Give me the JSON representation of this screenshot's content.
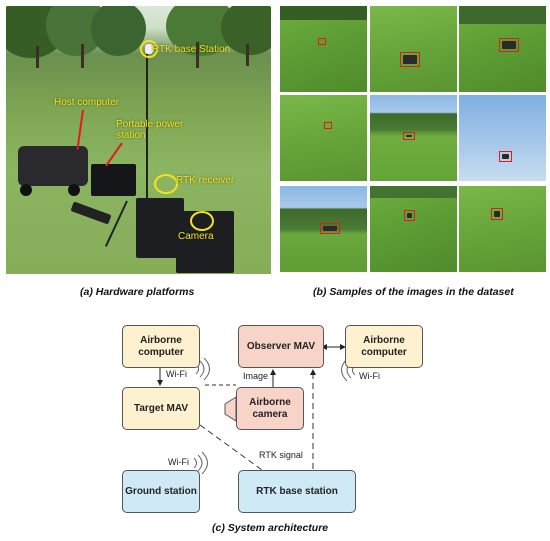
{
  "panel_a": {
    "caption": "(a) Hardware platforms",
    "annotations": {
      "rtk_base": "RTK base Station",
      "host_computer": "Host computer",
      "portable_power": "Portable power\nstation",
      "rtk_receiver": "RTK receiver",
      "camera": "Camera"
    },
    "annotation_color": "#f5e21e"
  },
  "panel_b": {
    "caption": "(b) Samples of the images in the dataset",
    "box_color": "#e41b1b"
  },
  "panel_c": {
    "caption": "(c) System architecture",
    "nodes": {
      "airborne_computer_left": "Airborne\ncomputer",
      "observer_mav": "Observer MAV",
      "airborne_computer_right": "Airborne\ncomputer",
      "target_mav": "Target MAV",
      "airborne_camera": "Airborne\ncamera",
      "ground_station": "Ground station",
      "rtk_base_station": "RTK base station"
    },
    "labels": {
      "wifi_left": "Wi-Fi",
      "wifi_right": "Wi-Fi",
      "wifi_ground": "Wi-Fi",
      "image": "Image",
      "rtk_signal": "RTK signal"
    },
    "colors": {
      "computer_fill": "#fdf1cf",
      "mav_fill": "#f8d3c8",
      "station_fill": "#cfe9f7"
    }
  }
}
